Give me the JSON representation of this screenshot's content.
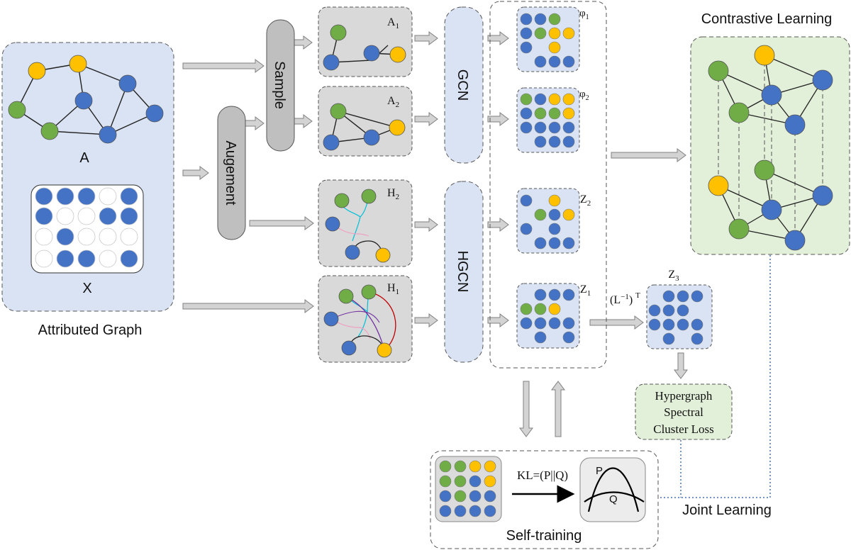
{
  "labels": {
    "attributed_graph": "Attributed Graph",
    "adj": "A",
    "feat": "X",
    "augment": "Augement",
    "sample": "Sample",
    "gcn": "GCN",
    "hgcn": "HGCN",
    "a1_sym": "A",
    "a1_sub": "1",
    "a2_sym": "A",
    "a2_sub": "2",
    "h2_sym": "H",
    "h2_sub": "2",
    "h1_sym": "H",
    "h1_sub": "1",
    "phi1_sym": "φ",
    "phi1_sub": "1",
    "phi2_sym": "φ",
    "phi2_sub": "2",
    "z2_sym": "Z",
    "z2_sub": "2",
    "z1_sym": "Z",
    "z1_sub": "1",
    "z3_sym": "Z",
    "z3_sub": "3",
    "linv": "(L",
    "linv_exp": "−1",
    "linv_close": ")",
    "linv_t": "T",
    "contrastive": "Contrastive Learning",
    "hyper_loss_1": "Hypergraph",
    "hyper_loss_2": "Spectral",
    "hyper_loss_3": "Cluster Loss",
    "kl": "KL=(P||Q)",
    "p": "P",
    "q": "Q",
    "self_training": "Self-training",
    "joint": "Joint Learning"
  },
  "colors": {
    "blue": "#4472c4",
    "green": "#70ad47",
    "yellow": "#ffc000",
    "panel_blue": "#dae3f3",
    "panel_gray": "#d9d9d9",
    "panel_green": "#e2efd9",
    "arrow": "#d0d0d0"
  }
}
